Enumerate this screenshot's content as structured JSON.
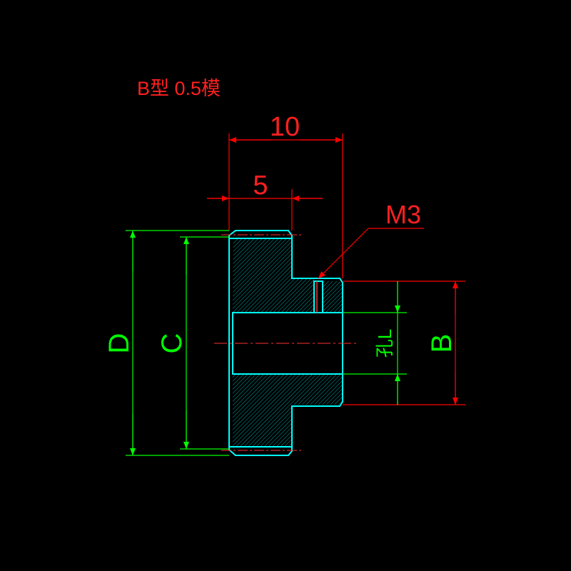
{
  "title": "B型  0.5模",
  "dimensions": {
    "overall_width": "10",
    "hub_width": "5",
    "thread": "M3",
    "outer_diameter": "D",
    "root_diameter": "C",
    "hub_diameter": "B",
    "bore": "孔L"
  },
  "colors": {
    "background": "#000000",
    "outline": "#00ffff",
    "hatch": "#00a8a8",
    "dimension_red": "#ff0000",
    "dimension_green": "#00ff00",
    "label_red": "#ff2020",
    "label_green": "#00ff00"
  }
}
